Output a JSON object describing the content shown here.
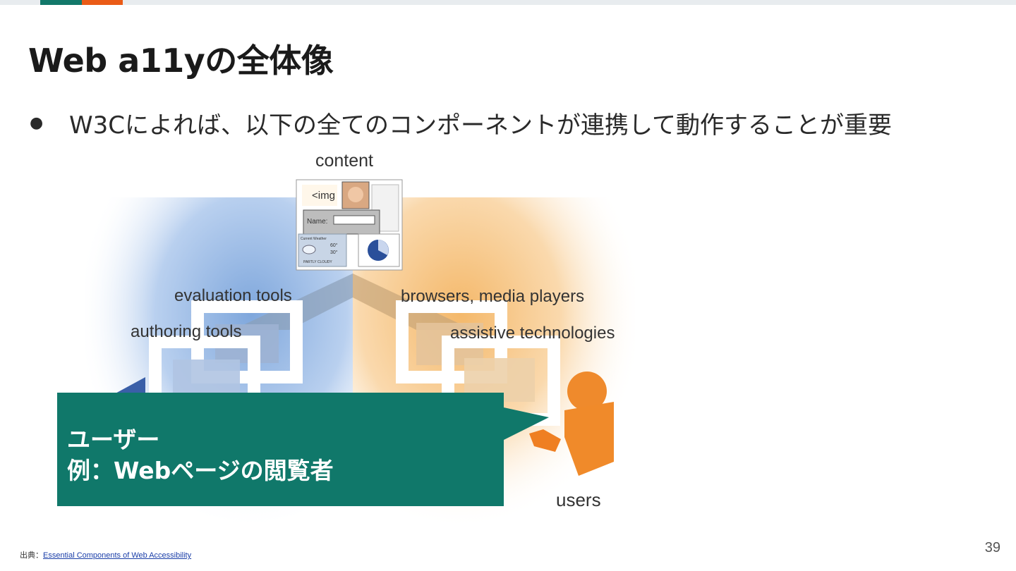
{
  "slide": {
    "title": "Web a11yの全体像",
    "bullet": "W3Cによれば、以下の全てのコンポーネントが連携して動作することが重要",
    "page_number": "39"
  },
  "diagram": {
    "labels": {
      "content": "content",
      "evaluation_tools": "evaluation tools",
      "authoring_tools": "authoring tools",
      "browsers": "browsers, media players",
      "assistive": "assistive technologies",
      "users": "users"
    },
    "content_image": {
      "img_tag": "<img",
      "name_field_label": "Name:",
      "weather_title": "Current Weather",
      "weather_high": "60°",
      "weather_low": "30°",
      "weather_status": "PARTLY CLOUDY"
    },
    "colors": {
      "blue": "#8fb3e0",
      "orange": "#f6c383",
      "accent_orange": "#ef7f22"
    }
  },
  "callout": {
    "line1": "ユーザー",
    "line2": "例：Webページの閲覧者"
  },
  "source": {
    "prefix": "出典：",
    "link_text": "Essential Components of Web Accessibility"
  },
  "theme": {
    "green": "#12786a",
    "orange": "#ea5b17"
  }
}
